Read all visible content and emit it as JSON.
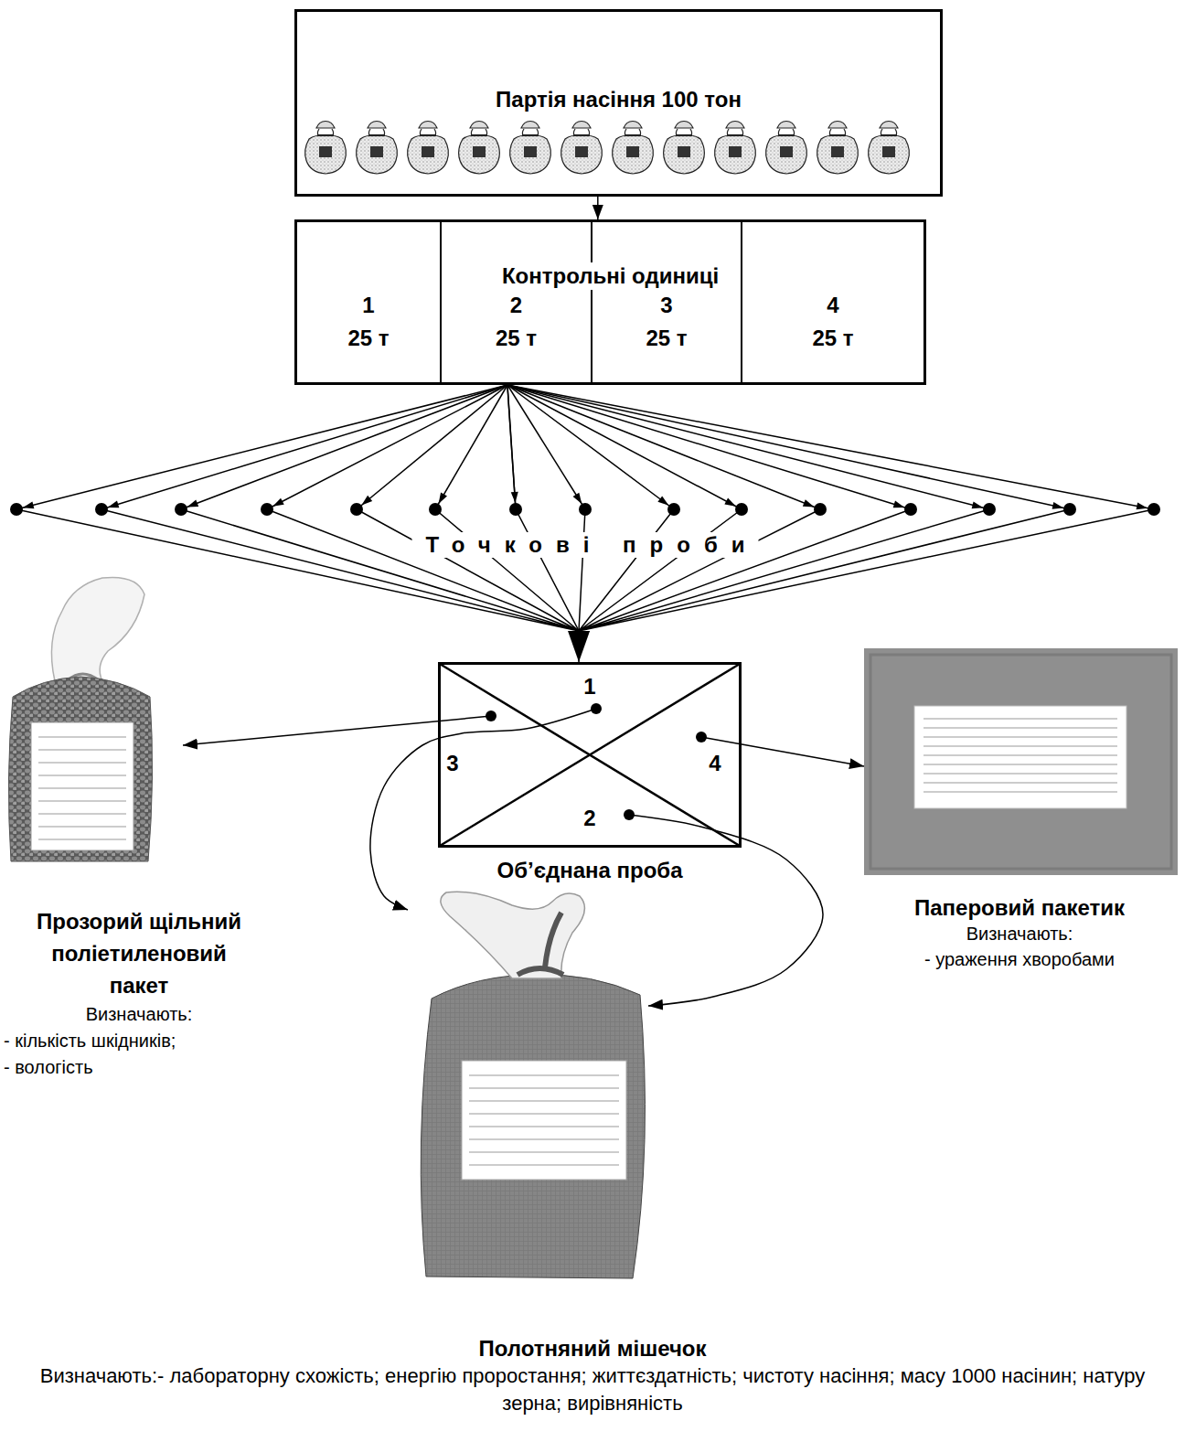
{
  "diagram": {
    "nodes": [
      {
        "text": [
          "Партія насіння 100 тон"
        ]
      },
      {
        "text": [
          "Контрольні одиниці"
        ]
      },
      {
        "text": [
          "1",
          "25 т"
        ],
        "in": 1
      },
      {
        "text": [
          "2",
          "25 т"
        ],
        "in": 1
      },
      {
        "text": [
          "3",
          "25 т"
        ],
        "in": 1
      },
      {
        "text": [
          "4",
          "25 т"
        ],
        "in": 1
      },
      {
        "text": [
          "1",
          "3",
          "4",
          "2",
          "Об’єднана проба"
        ]
      },
      {
        "text": [
          "Прозорий щільний поліетиленовий пакет",
          "Визначають:",
          "- кількість шкідників;",
          "- вологість"
        ]
      },
      {
        "text": [
          "Паперовий пакетик",
          "Визначають:",
          "- ураження хворобами"
        ]
      },
      {
        "text": [
          "Полотняний мішечок",
          "Визначають:- лабораторну схожість; енергію проростання; життєздатність; чистоту насіння; масу 1000 насінин; натуру зерна; вирівняність"
        ]
      }
    ],
    "edges": [
      {
        "from": 0,
        "to": 1,
        "arrow": "to"
      },
      {
        "from": 1,
        "to": 6,
        "arrow": "to"
      },
      {
        "from": 6,
        "to": 7,
        "arrow": "to"
      },
      {
        "from": 6,
        "to": 9,
        "arrow": "to"
      },
      {
        "from": 6,
        "to": 9,
        "arrow": "to"
      },
      {
        "from": 6,
        "to": 8,
        "arrow": "to"
      }
    ],
    "labels": [
      "Точкові проби"
    ]
  }
}
